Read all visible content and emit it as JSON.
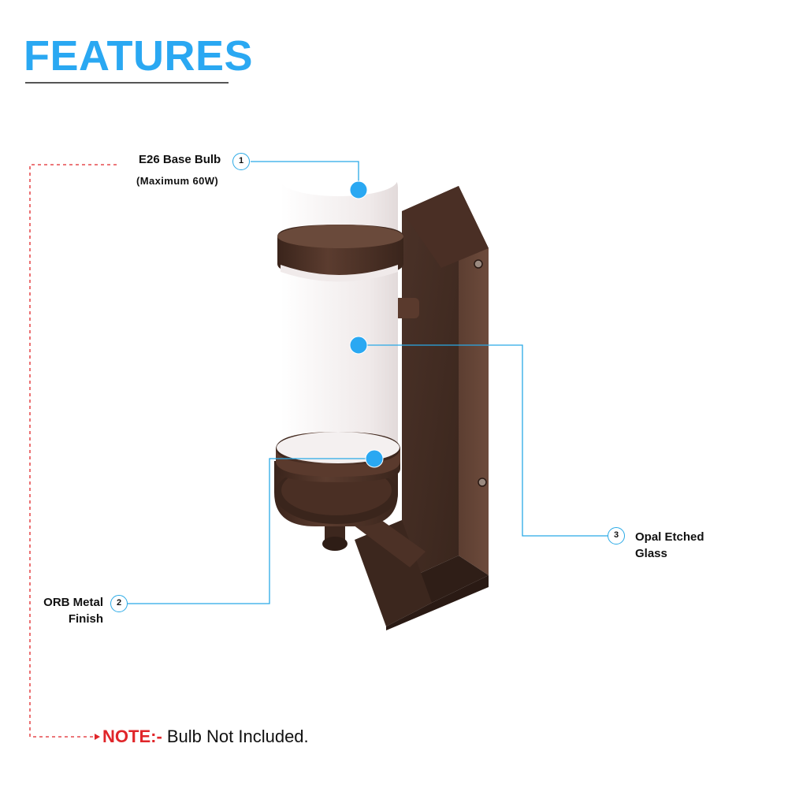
{
  "heading": {
    "title": "FEATURES"
  },
  "features": [
    {
      "number": "1",
      "label": "E26 Base Bulb",
      "sublabel": "(Maximum 60W)"
    },
    {
      "number": "2",
      "label_line1": "ORB Metal",
      "label_line2": "Finish"
    },
    {
      "number": "3",
      "label_line1": "Opal Etched",
      "label_line2": "Glass"
    }
  ],
  "note": {
    "prefix": "NOTE:-",
    "text": " Bulb Not Included."
  },
  "colors": {
    "title": "#2aa8f2",
    "accent": "#29a9e6",
    "note_red": "#e0262a",
    "metal": "#4a2f24",
    "glass": "#f4f0f0"
  }
}
